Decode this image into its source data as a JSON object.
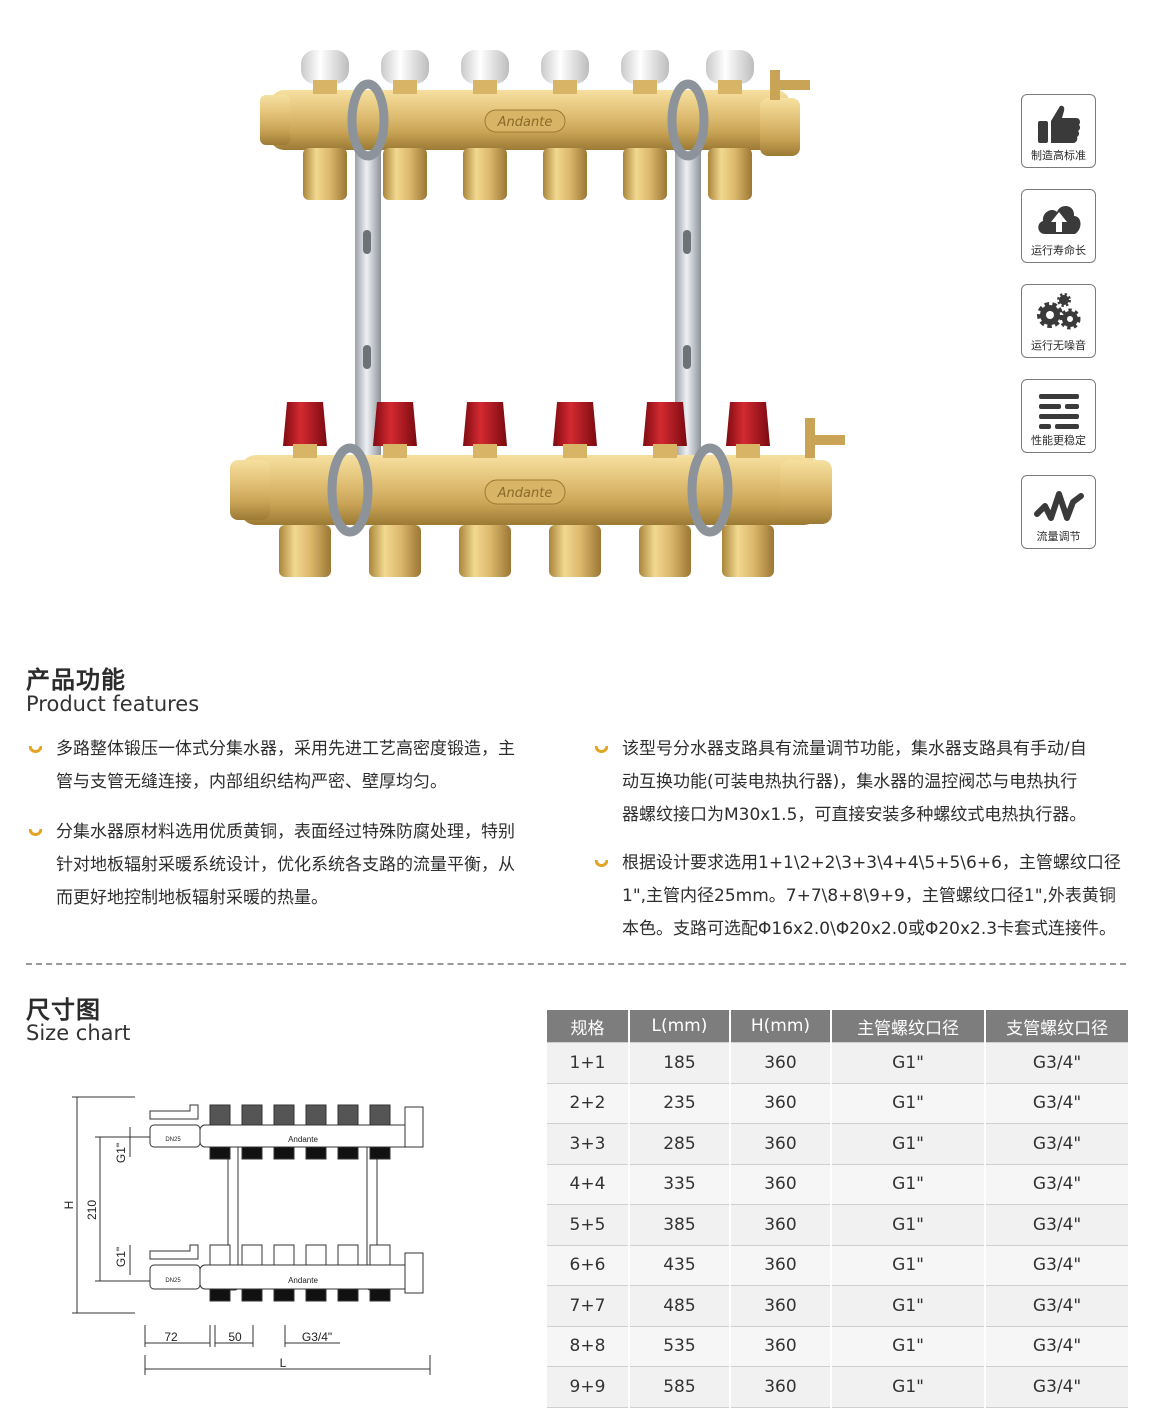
{
  "photo_logo_text": "Andante",
  "feature_badges": [
    {
      "label": "制造高标准",
      "icon": "thumbs-up-icon"
    },
    {
      "label": "运行寿命长",
      "icon": "cloud-upload-icon"
    },
    {
      "label": "运行无噪音",
      "icon": "gears-icon"
    },
    {
      "label": "性能更稳定",
      "icon": "sliders-lines-icon"
    },
    {
      "label": "流量调节",
      "icon": "wave-icon"
    }
  ],
  "features_section": {
    "title_cn": "产品功能",
    "title_en": "Product features",
    "left_items": [
      [
        "多路整体锻压一体式分集水器，采用先进工艺高密度锻造，主",
        "管与支管无缝连接，内部组织结构严密、壁厚均匀。"
      ],
      [
        "分集水器原材料选用优质黄铜，表面经过特殊防腐处理，特别",
        "针对地板辐射采暖系统设计，优化系统各支路的流量平衡，从",
        "而更好地控制地板辐射采暖的热量。"
      ]
    ],
    "right_items": [
      [
        "该型号分水器支路具有流量调节功能，集水器支路具有手动/自",
        "动互换功能(可装电热执行器)，集水器的温控阀芯与电热执行",
        "器螺纹接口为M30x1.5，可直接安装多种螺纹式电热执行器。"
      ],
      [
        "根据设计要求选用1+1\\2+2\\3+3\\4+4\\5+5\\6+6，主管螺纹口径",
        "1\",主管内径25mm。7+7\\8+8\\9+9，主管螺纹口径1\",外表黄铜",
        "本色。支路可选配Φ16x2.0\\Φ20x2.0或Φ20x2.3卡套式连接件。"
      ]
    ]
  },
  "size_section": {
    "title_cn": "尺寸图",
    "title_en": "Size chart",
    "table": {
      "headers": [
        "规格",
        "L(mm)",
        "H(mm)",
        "主管螺纹口径",
        "支管螺纹口径"
      ],
      "rows": [
        [
          "1+1",
          "185",
          "360",
          "G1\"",
          "G3/4\""
        ],
        [
          "2+2",
          "235",
          "360",
          "G1\"",
          "G3/4\""
        ],
        [
          "3+3",
          "285",
          "360",
          "G1\"",
          "G3/4\""
        ],
        [
          "4+4",
          "335",
          "360",
          "G1\"",
          "G3/4\""
        ],
        [
          "5+5",
          "385",
          "360",
          "G1\"",
          "G3/4\""
        ],
        [
          "6+6",
          "435",
          "360",
          "G1\"",
          "G3/4\""
        ],
        [
          "7+7",
          "485",
          "360",
          "G1\"",
          "G3/4\""
        ],
        [
          "8+8",
          "535",
          "360",
          "G1\"",
          "G3/4\""
        ],
        [
          "9+9",
          "585",
          "360",
          "G1\"",
          "G3/4\""
        ]
      ]
    },
    "drawing": {
      "label_h": "H",
      "label_210": "210",
      "label_g1_top": "G1\"",
      "label_g1_bottom": "G1\"",
      "label_72": "72",
      "label_50": "50",
      "label_g34": "G3/4\"",
      "label_l": "L",
      "brand_top": "Andante",
      "brand_bottom": "Andante",
      "valve_tag_top": "DN25",
      "valve_tag_bottom": "DN25"
    }
  },
  "colors": {
    "brass": "#d9b86a",
    "brass_dark": "#a8843a",
    "cap_white": "#eeeeee",
    "cap_red": "#b0141c",
    "bullet": "#e3a325",
    "table_header": "#7d7d7d"
  }
}
